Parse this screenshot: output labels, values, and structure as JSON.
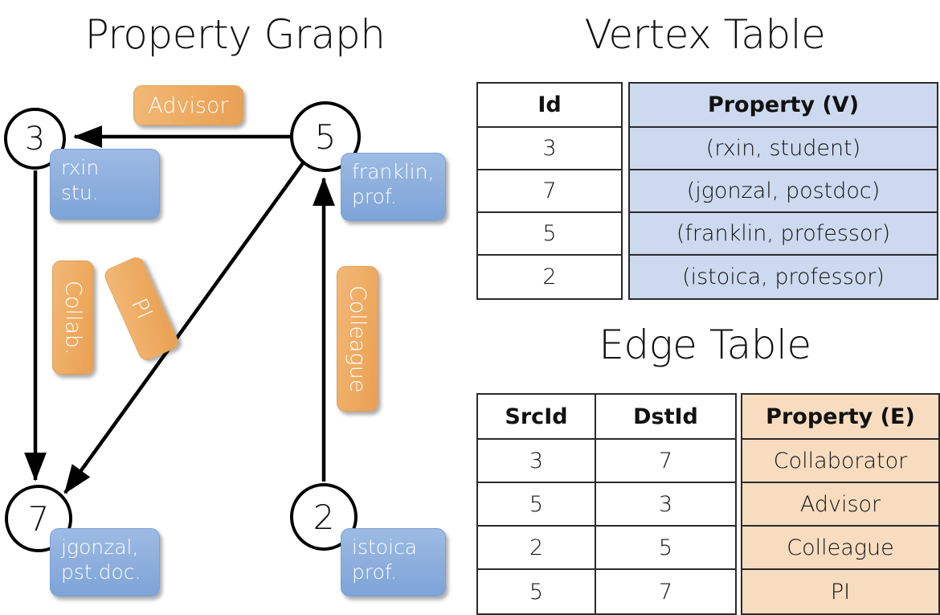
{
  "titles": {
    "graph": "Property Graph",
    "vertex_table": "Vertex Table",
    "edge_table": "Edge Table"
  },
  "graph": {
    "nodes": [
      {
        "id": "3",
        "property_label": "rxin\nstu."
      },
      {
        "id": "5",
        "property_label": "franklin,\nprof."
      },
      {
        "id": "7",
        "property_label": "jgonzal,\npst.doc."
      },
      {
        "id": "2",
        "property_label": "istoica\nprof."
      }
    ],
    "node_labels": {
      "n3": "3",
      "n5": "5",
      "n7": "7",
      "n2": "2"
    },
    "property_boxes": {
      "rxin_line1": "rxin",
      "rxin_line2": "stu.",
      "franklin_line1": "franklin,",
      "franklin_line2": "prof.",
      "jgonzal_line1": "jgonzal,",
      "jgonzal_line2": "pst.doc.",
      "istoica_line1": "istoica",
      "istoica_line2": "prof."
    },
    "edge_labels": {
      "advisor": "Advisor",
      "collab": "Collab.",
      "pi": "PI",
      "colleague": "Colleague"
    },
    "edges": [
      {
        "from": "5",
        "to": "3",
        "label": "Advisor"
      },
      {
        "from": "3",
        "to": "7",
        "label": "Collab."
      },
      {
        "from": "5",
        "to": "7",
        "label": "PI"
      },
      {
        "from": "2",
        "to": "5",
        "label": "Colleague"
      }
    ]
  },
  "vertex_table": {
    "headers": [
      "Id",
      "Property (V)"
    ],
    "rows": [
      {
        "id": "3",
        "property": "(rxin, student)"
      },
      {
        "id": "7",
        "property": "(jgonzal, postdoc)"
      },
      {
        "id": "5",
        "property": "(franklin, professor)"
      },
      {
        "id": "2",
        "property": "(istoica, professor)"
      }
    ]
  },
  "edge_table": {
    "headers": [
      "SrcId",
      "DstId",
      "Property (E)"
    ],
    "rows": [
      {
        "src": "3",
        "dst": "7",
        "property": "Collaborator"
      },
      {
        "src": "5",
        "dst": "3",
        "property": "Advisor"
      },
      {
        "src": "2",
        "dst": "5",
        "property": "Colleague"
      },
      {
        "src": "5",
        "dst": "7",
        "property": "PI"
      }
    ]
  },
  "colors": {
    "vertex_property_fill": "#ccd9ee",
    "edge_property_fill": "#f7dcc0",
    "node_box_blue": "#8fb0de",
    "edge_label_orange": "#eeac63",
    "stroke": "#000000"
  }
}
